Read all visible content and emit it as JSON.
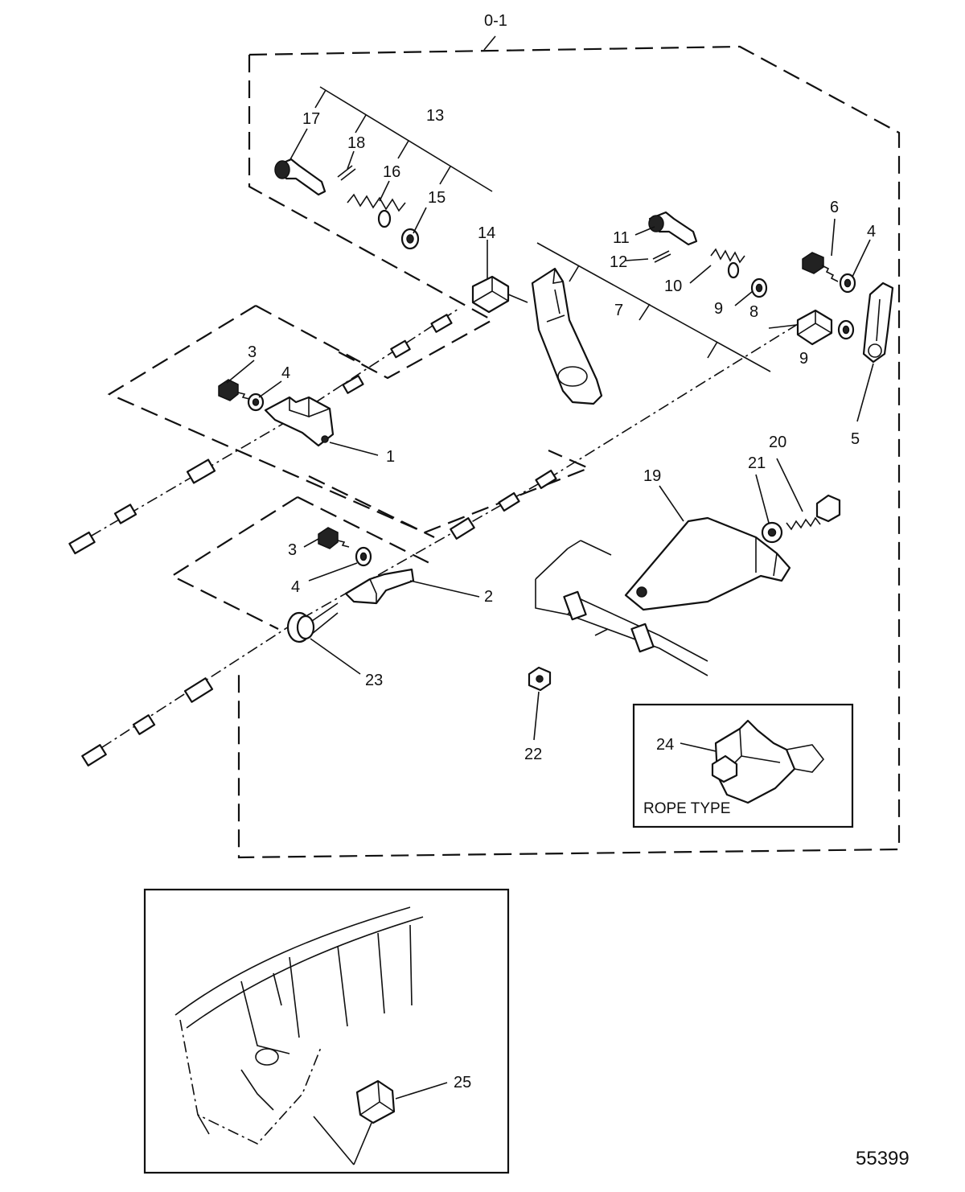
{
  "diagram": {
    "assembly_label": "0-1",
    "inset_label": "ROPE TYPE",
    "figure_number": "55399",
    "callouts": [
      "1",
      "2",
      "3",
      "3",
      "4",
      "4",
      "4",
      "5",
      "6",
      "7",
      "8",
      "9",
      "9",
      "10",
      "11",
      "12",
      "13",
      "14",
      "15",
      "16",
      "17",
      "18",
      "19",
      "20",
      "21",
      "22",
      "23",
      "24",
      "25"
    ]
  }
}
